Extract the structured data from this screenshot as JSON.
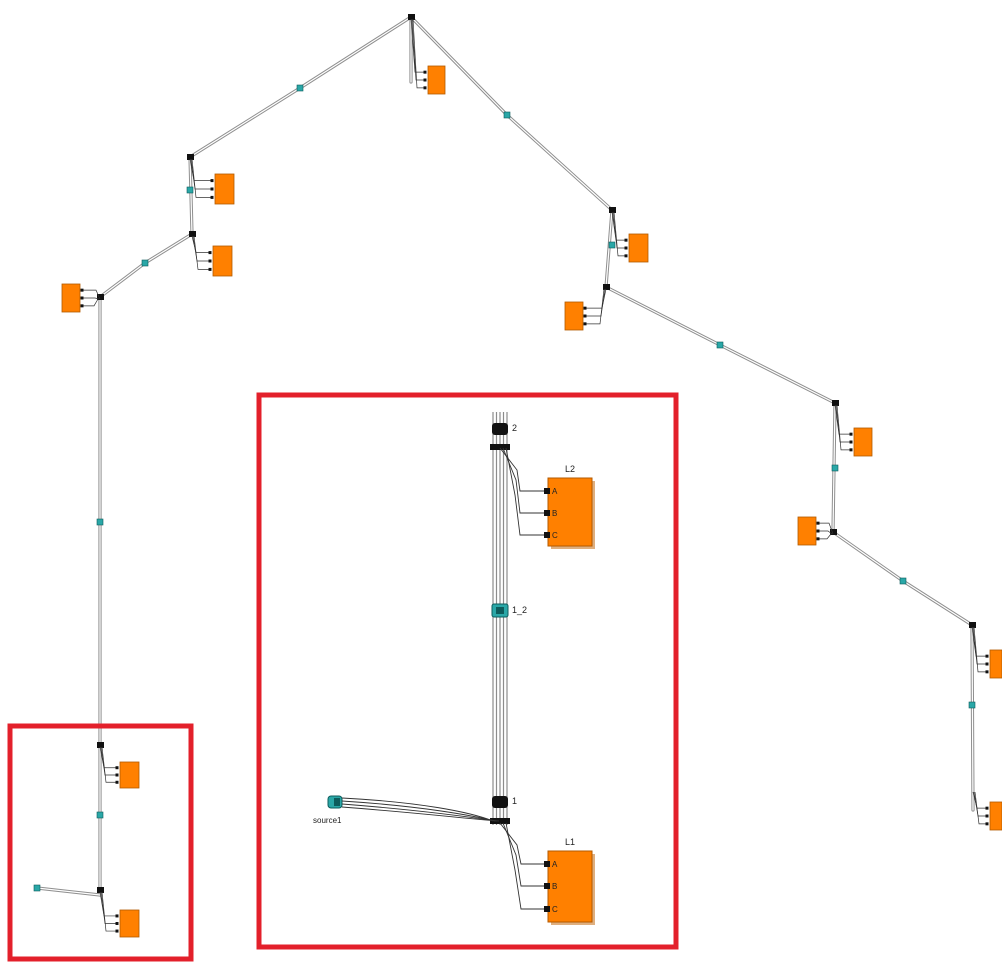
{
  "colors": {
    "load_fill": "#ff8000",
    "load_stroke": "#b35a00",
    "line": "#9a9a9a",
    "line_dark": "#222222",
    "node": "#111111",
    "branch_segment": "#2aa7a7",
    "highlight": "#e3202b",
    "background": "#ffffff"
  },
  "zoom_inset": {
    "upper_bus_label": "2",
    "lower_bus_label": "1",
    "segment_label": "1_2",
    "source_label": "source1",
    "upper_load": {
      "name": "L2",
      "phases": [
        "A",
        "B",
        "C"
      ]
    },
    "lower_load": {
      "name": "L1",
      "phases": [
        "A",
        "B",
        "C"
      ]
    }
  }
}
